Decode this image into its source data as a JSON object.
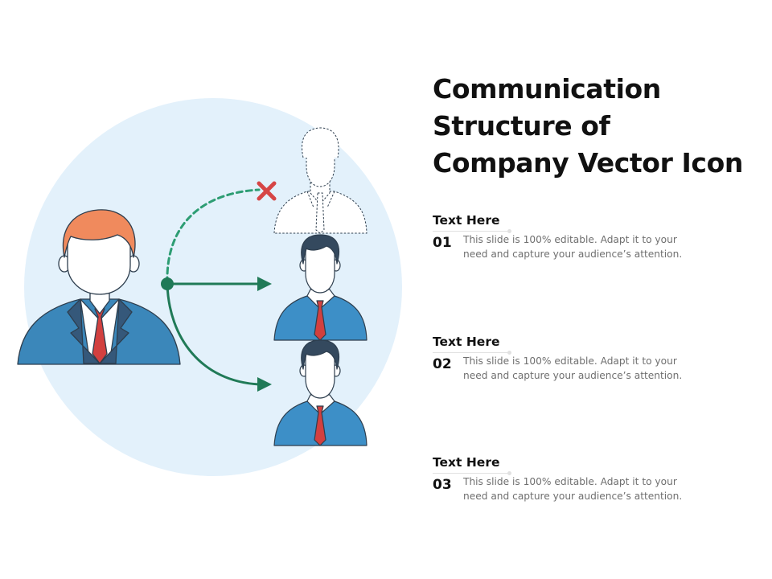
{
  "title": {
    "line1": "Communication",
    "line2": "Structure of",
    "line3": "Company Vector Icon"
  },
  "items": [
    {
      "heading": "Text Here",
      "number": "01",
      "desc_line1": "This slide is 100% editable. Adapt it to your",
      "desc_line2": "need and capture your audience’s attention."
    },
    {
      "heading": "Text Here",
      "number": "02",
      "desc_line1": "This slide is 100% editable. Adapt it to your",
      "desc_line2": "need and capture your audience’s attention."
    },
    {
      "heading": "Text Here",
      "number": "03",
      "desc_line1": "This slide is 100% editable. Adapt it to your",
      "desc_line2": "need and capture your audience’s attention."
    }
  ],
  "colors": {
    "circle": "#e3f1fb",
    "leader_hair": "#f08a5d",
    "leader_suit": "#3b87ba",
    "leader_lapel": "#35587a",
    "member_hair": "#34495e",
    "member_shirt": "#3d8fc7",
    "tie": "#d2403f",
    "arrow": "#207a57",
    "rejected_mark": "#d64545",
    "outline": "#2e3e4e"
  }
}
